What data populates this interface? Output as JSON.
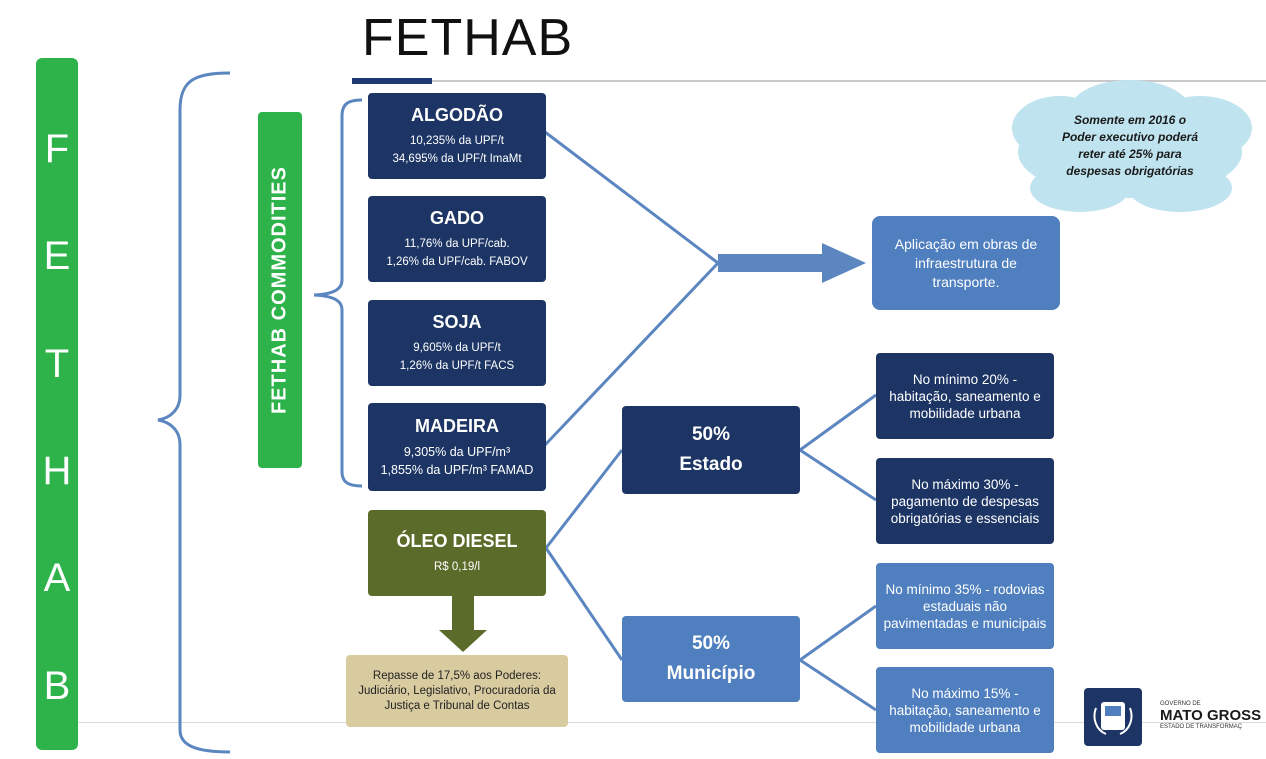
{
  "title": "FETHAB",
  "vertical_letters": [
    "F",
    "E",
    "T",
    "H",
    "A",
    "B"
  ],
  "commodities_label": "FETHAB COMMODITIES",
  "commodities": [
    {
      "name": "ALGODÃO",
      "lines": [
        "10,235% da UPF/t",
        "34,695% da UPF/t ImaMt"
      ]
    },
    {
      "name": "GADO",
      "lines": [
        "11,76% da UPF/cab.",
        "1,26% da UPF/cab. FABOV"
      ]
    },
    {
      "name": "SOJA",
      "lines": [
        "9,605% da UPF/t",
        "1,26% da UPF/t FACS"
      ]
    },
    {
      "name": "MADEIRA",
      "lines": [
        "9,305% da UPF/m³",
        "1,855% da UPF/m³ FAMAD"
      ]
    }
  ],
  "diesel": {
    "name": "ÓLEO DIESEL",
    "value": "R$ 0,19/l"
  },
  "repasse": "Repasse de 17,5% aos Poderes: Judiciário, Legislativo, Procuradoria da Justiça e Tribunal de Contas",
  "aplicacao": "Aplicação em obras de infraestrutura de transporte.",
  "cloud_note": [
    "Somente em 2016 o",
    "Poder executivo poderá",
    "reter até 25% para",
    "despesas obrigatórias"
  ],
  "estado": {
    "pct": "50%",
    "label": "Estado"
  },
  "municipio": {
    "pct": "50%",
    "label": "Município"
  },
  "estado_items": [
    "No mínimo 20% - habitação, saneamento e mobilidade urbana",
    "No máximo 30% - pagamento de despesas obrigatórias e essenciais"
  ],
  "municipio_items": [
    "No mínimo 35% - rodovias estaduais não pavimentadas e municipais",
    "No máximo 15% - habitação, saneamento e mobilidade urbana"
  ],
  "logo": {
    "small_top": "GOVERNO DE",
    "name": "MATO GROSS",
    "small_bottom": "ESTADO DE TRANSFORMAÇ"
  },
  "colors": {
    "green": "#2db34a",
    "dark_blue": "#1c3564",
    "light_blue": "#4f7fbe",
    "olive": "#5b6b2a",
    "tan": "#d8cba0",
    "connector": "#5b86c0"
  }
}
